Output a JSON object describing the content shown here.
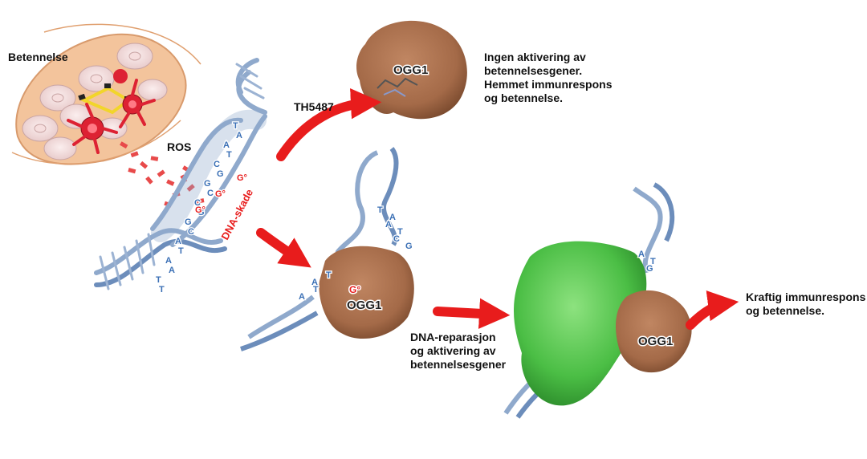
{
  "labels": {
    "inflammation": "Betennelse",
    "ros": "ROS",
    "dna_damage": "DNA-skade",
    "inhibitor": "TH5487",
    "protein": "OGG1",
    "lesion": "G°",
    "outcome_inhibited": [
      "Ingen aktivering av",
      "betennelsesgener.",
      "Hemmet immunrespons",
      "og betennelse."
    ],
    "repair_activation": [
      "DNA-reparasjon",
      "og aktivering av",
      "betennelsesgener"
    ],
    "outcome_strong": [
      "Kraftig immunrespons",
      "og betennelse."
    ]
  },
  "dna_bases": {
    "damaged_strand": [
      "T",
      "A",
      "A",
      "T",
      "C",
      "G",
      "G",
      "C",
      "C",
      "G",
      "G",
      "C",
      "A",
      "T",
      "A",
      "A",
      "T",
      "T"
    ],
    "upper_fragment": [
      "T",
      "A",
      "A",
      "T",
      "C",
      "G"
    ],
    "lower_fragment": [
      "A",
      "T",
      "A",
      "T"
    ],
    "final_fragment": [
      "A",
      "T",
      "G"
    ]
  },
  "colors": {
    "dna": "#8fa9cc",
    "dna_dark": "#5e7ea8",
    "protein_ogg1": "#a86f4c",
    "protein_partner": "#4fc24a",
    "arrow": "#e81c1c",
    "cell_tissue": "#f4c7a1",
    "macrophage": "#dd2233"
  }
}
